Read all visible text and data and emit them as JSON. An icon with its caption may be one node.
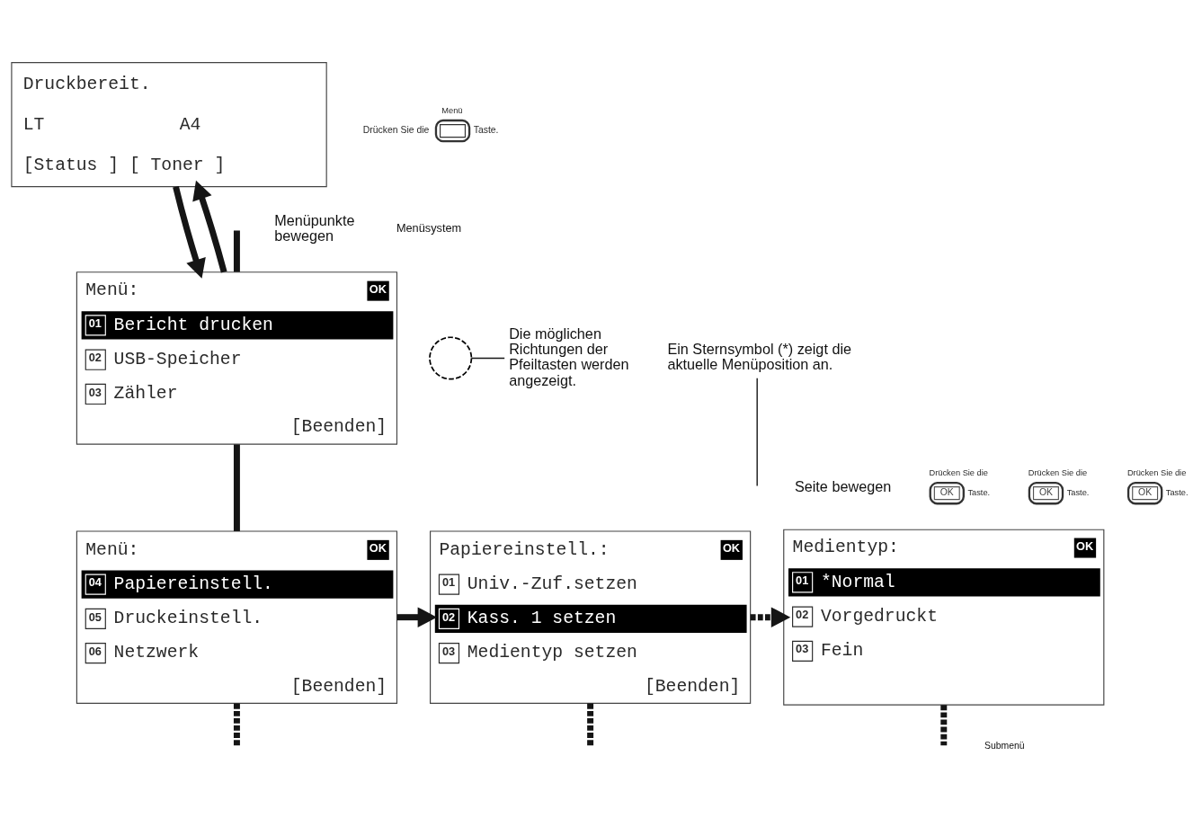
{
  "diagram": {
    "nodes": [
      {
        "text": [
          "Druckbereit.",
          "LT",
          "A4",
          "[Status ] [ Toner ]"
        ]
      },
      {
        "text": [
          "Menü"
        ],
        "beside": [
          "Drücken Sie die",
          "Taste."
        ]
      },
      {
        "text": [
          "Menü:",
          "OK",
          "01",
          "Bericht drucken",
          "02",
          "USB-Speicher",
          "03",
          "Zähler",
          "[Beenden]"
        ]
      },
      {
        "text": [],
        "shape": "circle"
      },
      {
        "text": [
          "Die möglichen Richtungen der Pfeiltasten werden angezeigt."
        ]
      },
      {
        "text": [
          "Ein Sternsymbol (*) zeigt die aktuelle Menüposition an."
        ]
      },
      {
        "text": [
          "OK"
        ],
        "beside": [
          "Drücken Sie die",
          "Taste."
        ]
      },
      {
        "text": [
          "OK"
        ],
        "beside": [
          "Drücken Sie die",
          "Taste."
        ]
      },
      {
        "text": [
          "OK"
        ],
        "beside": [
          "Drücken Sie die",
          "Taste."
        ]
      },
      {
        "text": [
          "Menü:",
          "OK",
          "04",
          "Papiereinstell.",
          "05",
          "Druckeinstell.",
          "06",
          "Netzwerk",
          "[Beenden]"
        ]
      },
      {
        "text": [
          "Papiereinstell.:",
          "OK",
          "01",
          "Univ.-Zuf.setzen",
          "02",
          "Kass. 1 setzen",
          "03",
          "Medientyp setzen",
          "[Beenden]"
        ]
      },
      {
        "text": [
          "Medientyp:",
          "OK",
          "01",
          "*Normal",
          "02",
          "Vorgedruckt",
          "03",
          "Fein"
        ]
      }
    ],
    "edges": [
      {
        "from": 0,
        "to": 2,
        "arrow": "to"
      },
      {
        "from": 2,
        "to": 0,
        "arrow": "to"
      },
      {
        "from": null,
        "to": 2,
        "arrow": "none"
      },
      {
        "from": 2,
        "to": 9,
        "arrow": "none"
      },
      {
        "from": 9,
        "to": null,
        "arrow": "none",
        "style": "dashed"
      },
      {
        "from": 10,
        "to": null,
        "arrow": "none",
        "style": "dashed"
      },
      {
        "from": 11,
        "to": null,
        "arrow": "none",
        "style": "dashed"
      },
      {
        "from": 9,
        "to": 10,
        "arrow": "to"
      },
      {
        "from": 10,
        "to": 11,
        "arrow": "to",
        "style": "dashed"
      },
      {
        "from": 4,
        "to": 3,
        "arrow": "none"
      },
      {
        "from": 5,
        "to": null,
        "arrow": "none"
      }
    ],
    "labels": [
      "Menüsystem",
      "Menüpunkte bewegen",
      "Seite bewegen",
      "Submenü"
    ]
  }
}
